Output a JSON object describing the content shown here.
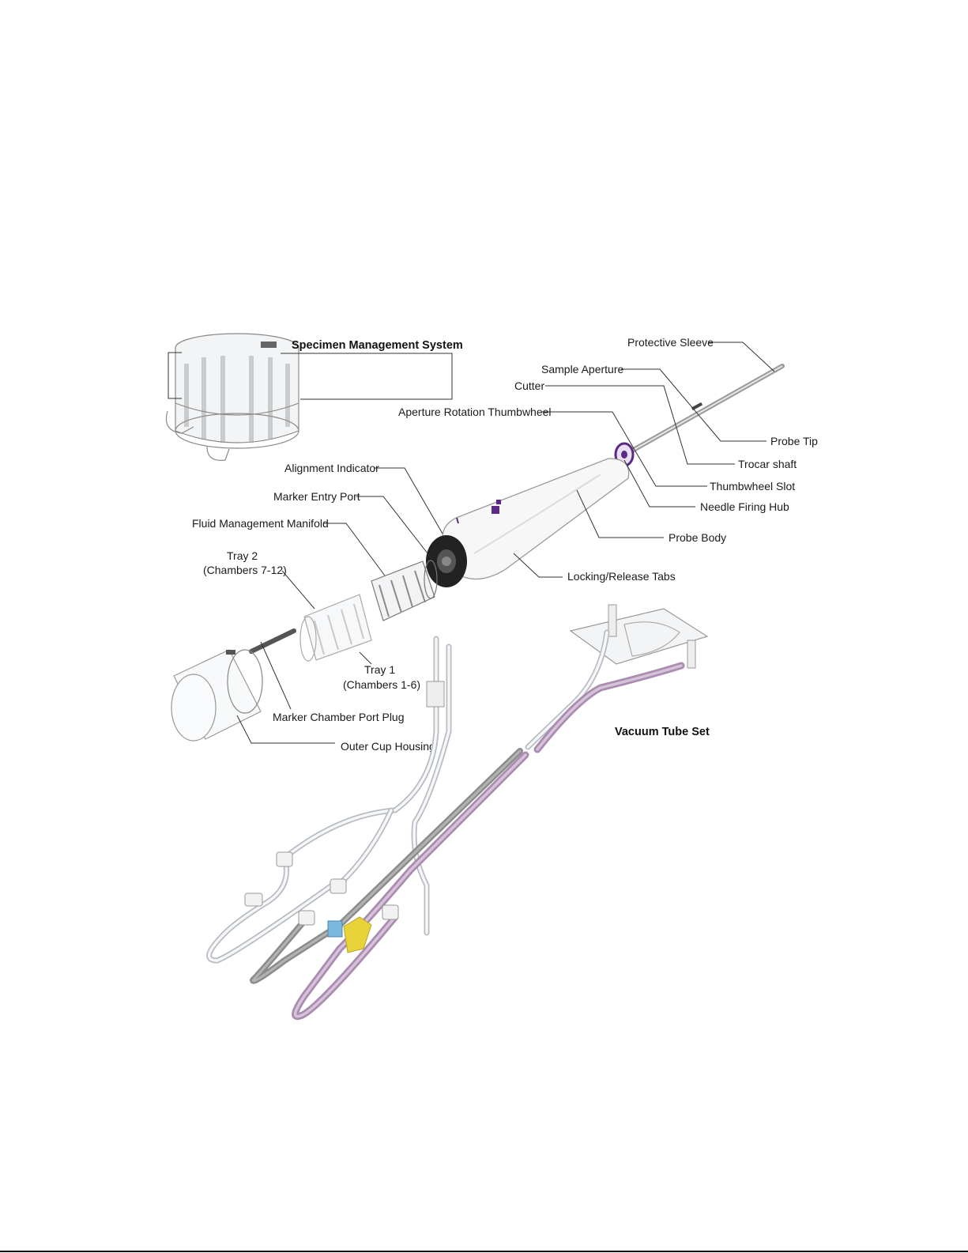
{
  "titles": {
    "specimen_management_system": "Specimen Management System",
    "vacuum_tube_set": "Vacuum Tube Set"
  },
  "labels": {
    "protective_sleeve": "Protective Sleeve",
    "sample_aperture": "Sample Aperture",
    "cutter": "Cutter",
    "aperture_rotation_thumbwheel": "Aperture Rotation Thumbwheel",
    "probe_tip": "Probe Tip",
    "trocar_shaft": "Trocar shaft",
    "thumbwheel_slot": "Thumbwheel Slot",
    "needle_firing_hub": "Needle Firing Hub",
    "alignment_indicator": "Alignment Indicator",
    "marker_entry_port": "Marker Entry Port",
    "fluid_management_manifold": "Fluid Management Manifold",
    "tray2_line1": "Tray 2",
    "tray2_line2": "(Chambers 7-12)",
    "probe_body": "Probe Body",
    "locking_release_tabs": "Locking/Release Tabs",
    "tray1_line1": "Tray 1",
    "tray1_line2": "(Chambers 1-6)",
    "marker_chamber_port_plug": "Marker Chamber Port Plug",
    "outer_cup_housing": "Outer Cup Housing"
  },
  "colors": {
    "probe_accent": "#5b2a86",
    "tube_purple": "#a98cb0",
    "tube_gray": "#8c8c8c",
    "stopcock_yellow": "#e8d23a",
    "stopcock_blue": "#7ab8e0"
  }
}
